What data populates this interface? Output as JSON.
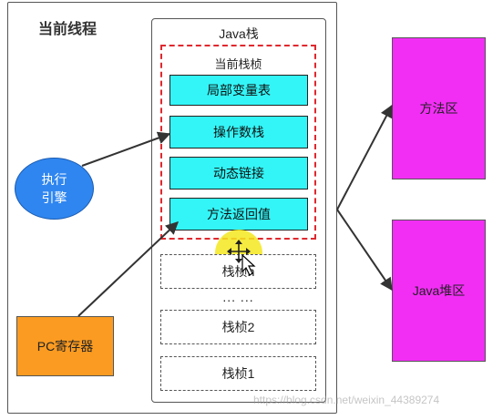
{
  "thread": {
    "title": "当前线程"
  },
  "stack": {
    "title": "Java栈",
    "current_frame": {
      "title": "当前栈桢",
      "items": [
        "局部变量表",
        "操作数栈",
        "动态链接",
        "方法返回值"
      ]
    },
    "frames": {
      "top": "栈桢n",
      "ellipsis": "... ...",
      "second": "栈桢2",
      "first": "栈桢1"
    }
  },
  "engine": {
    "line1": "执行",
    "line2": "引擎"
  },
  "pc_register": {
    "label": "PC寄存器"
  },
  "method_area": {
    "label": "方法区"
  },
  "heap": {
    "label": "Java堆区"
  },
  "watermark": "https://blog.csdn.net/weixin_44389274",
  "colors": {
    "frame_item": "#33f5f7",
    "engine": "#2f86f0",
    "pc_register": "#fb9b21",
    "memory_area": "#f22ef5",
    "current_frame_border": "#e0282e",
    "cursor_highlight": "#f5e81e"
  },
  "icons": {
    "cursor": "move-cursor-icon"
  }
}
